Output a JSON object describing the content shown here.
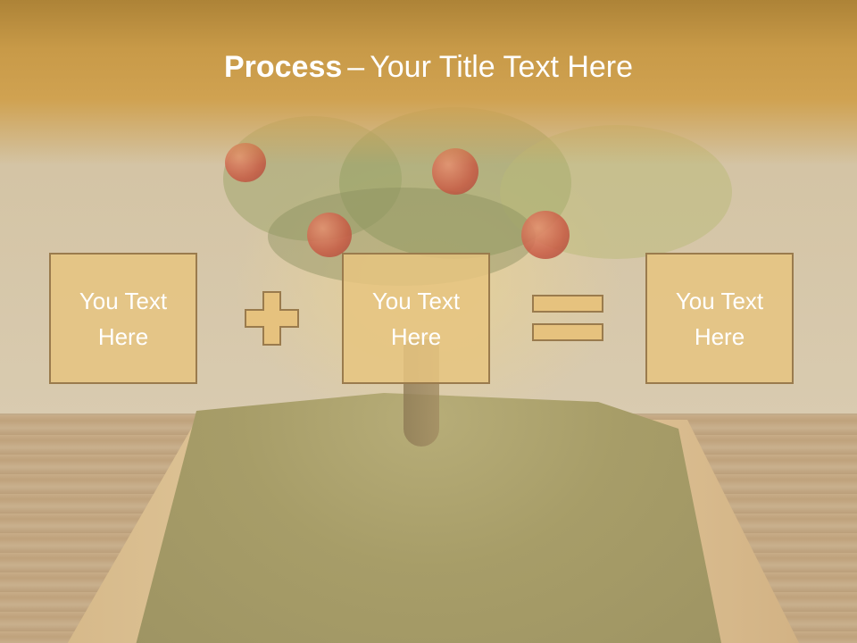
{
  "slide": {
    "title_bold": "Process",
    "title_separator": "–",
    "title_rest": "Your Title Text Here"
  },
  "process": {
    "boxes": [
      {
        "text": "You Text\nHere"
      },
      {
        "text": "You Text\nHere"
      },
      {
        "text": "You Text\nHere"
      }
    ],
    "operators": [
      "plus-icon",
      "equals-icon"
    ]
  },
  "colors": {
    "header_band": "#c89a48",
    "box_fill": "#e6c27e",
    "box_border": "#9a7b4d",
    "text": "#ffffff"
  }
}
